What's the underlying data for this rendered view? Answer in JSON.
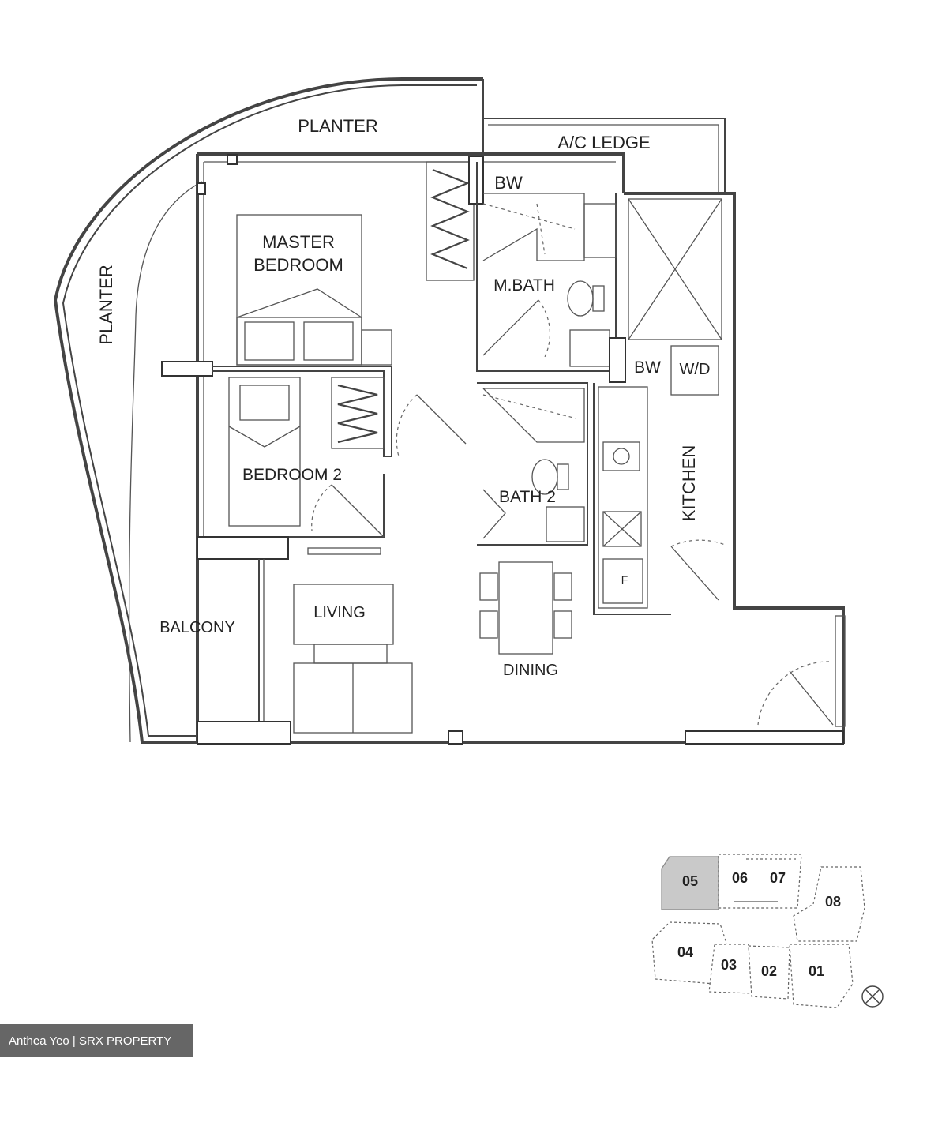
{
  "rooms": {
    "planter_top": "PLANTER",
    "planter_left": "PLANTER",
    "ac_ledge": "A/C LEDGE",
    "bw_1": "BW",
    "master_bedroom_line1": "MASTER",
    "master_bedroom_line2": "BEDROOM",
    "m_bath": "M.BATH",
    "bw_2": "BW",
    "wd": "W/D",
    "bedroom_2": "BEDROOM 2",
    "bath_2": "BATH 2",
    "kitchen": "KITCHEN",
    "fridge": "F",
    "living": "LIVING",
    "balcony": "BALCONY",
    "dining": "DINING"
  },
  "key_plan": {
    "selected": "05",
    "units": [
      "05",
      "06",
      "07",
      "08",
      "04",
      "03",
      "02",
      "01"
    ]
  },
  "watermark": "Anthea Yeo | SRX PROPERTY"
}
